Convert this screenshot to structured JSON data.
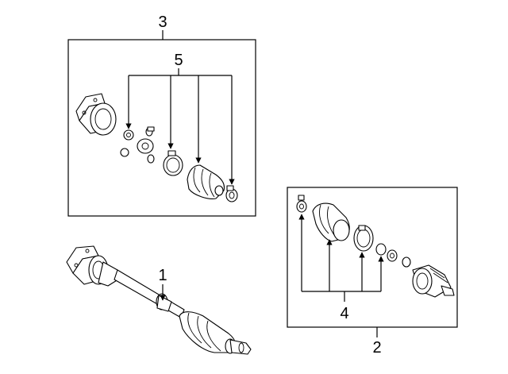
{
  "callouts": {
    "axle_assembly": "1",
    "inner_joint_kit": "2",
    "outer_joint_kit": "3",
    "inner_boot_kit": "4",
    "outer_boot_kit": "5"
  }
}
